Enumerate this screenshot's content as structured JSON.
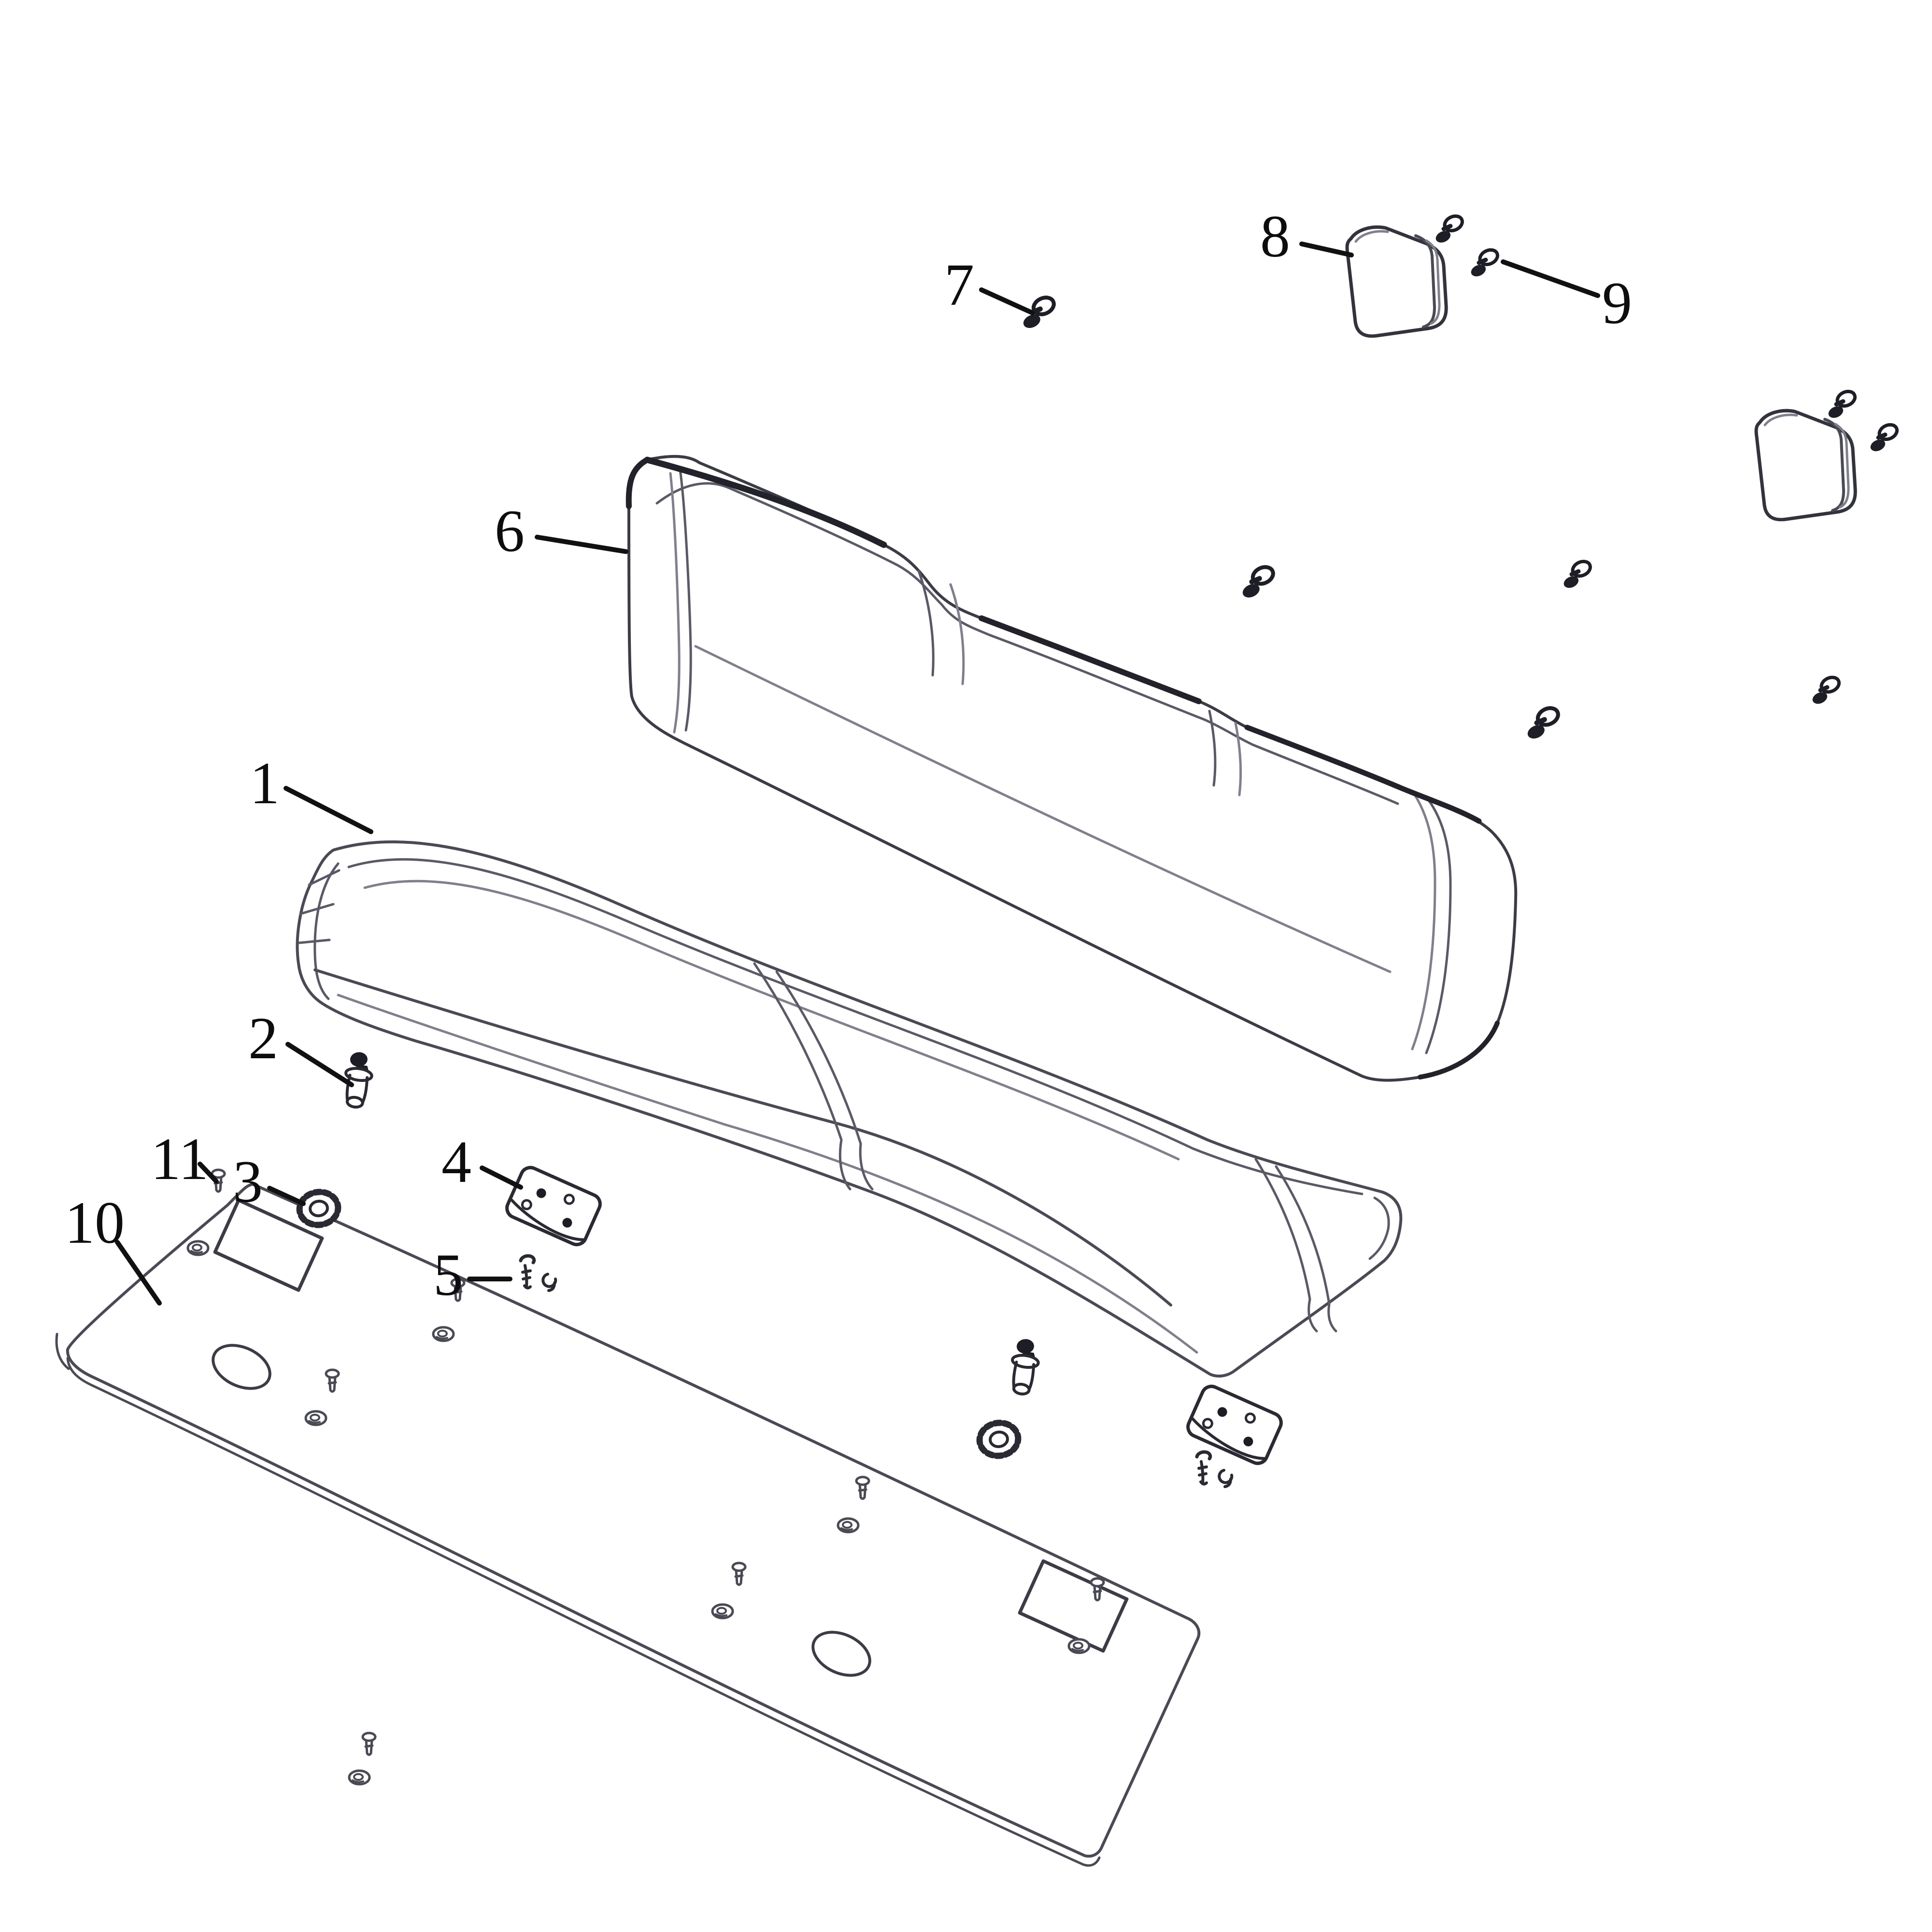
{
  "figure": {
    "type": "exploded-parts-diagram",
    "subject": "bench-seat-assembly",
    "background_color": "#ffffff",
    "line_color": "#4a4a55",
    "light_line_color": "#80808c",
    "accent_line_color": "#23232b",
    "label_color": "#0d0d0d"
  },
  "callouts": [
    {
      "number": "1"
    },
    {
      "number": "2"
    },
    {
      "number": "3"
    },
    {
      "number": "4"
    },
    {
      "number": "5"
    },
    {
      "number": "6"
    },
    {
      "number": "7"
    },
    {
      "number": "8"
    },
    {
      "number": "9"
    },
    {
      "number": "10"
    },
    {
      "number": "11"
    }
  ]
}
